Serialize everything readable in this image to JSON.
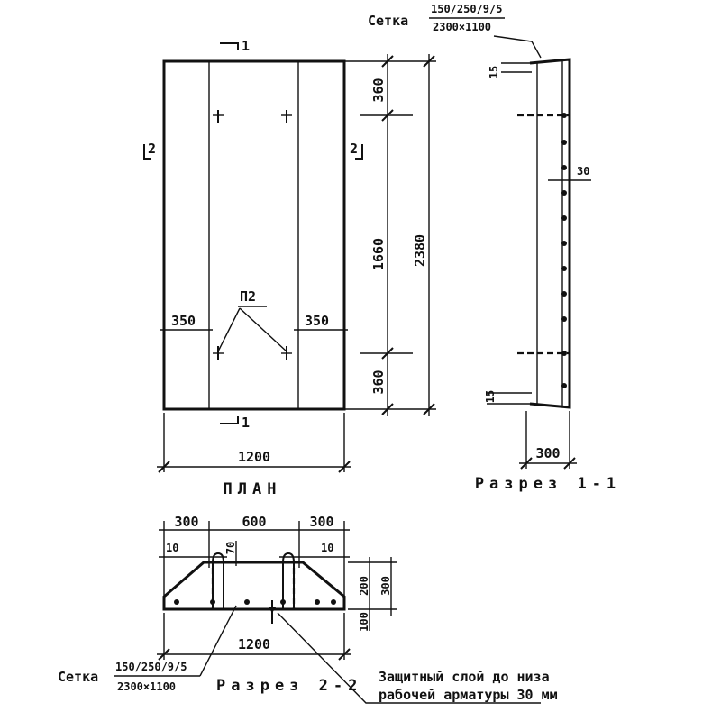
{
  "mesh_label": {
    "word": "Сетка",
    "numerator": "150/250/9/5",
    "denominator": "2300×1100"
  },
  "plan": {
    "title": "ПЛАН",
    "section_marks": {
      "s1": "1",
      "s2": "2"
    },
    "dims": {
      "top_strip": "360",
      "middle": "1660",
      "total": "2380",
      "bottom_strip": "360",
      "left_offset": "350",
      "right_offset": "350",
      "width": "1200"
    },
    "callout": "П2"
  },
  "section_1_1": {
    "title": "Разрез 1-1",
    "dims": {
      "top": "15",
      "cover": "30",
      "bottom": "15",
      "width": "300"
    }
  },
  "section_2_2": {
    "title": "Разрез 2-2",
    "dims": {
      "left": "300",
      "middle": "600",
      "right": "300",
      "edge_left": "10",
      "edge_right": "10",
      "loop": "70",
      "h1": "200",
      "h2": "300",
      "h3": "100",
      "width": "1200"
    },
    "note_line1": "Защитный слой до низа",
    "note_line2": "рабочей арматуры 30 мм"
  }
}
